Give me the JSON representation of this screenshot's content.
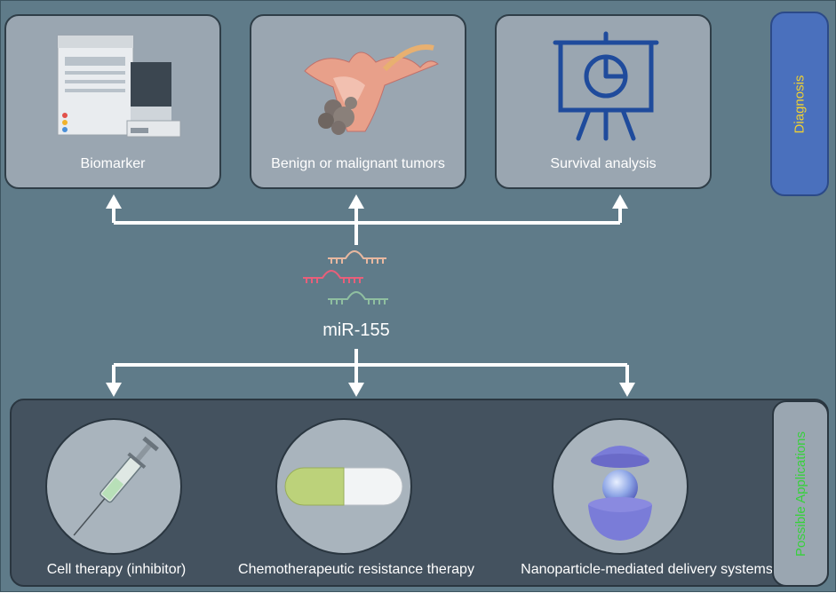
{
  "center": {
    "label": "miR-155"
  },
  "diagnosis": {
    "label": "Diagnosis",
    "items": [
      {
        "label": "Biomarker",
        "icon": "lab-analyzer-icon"
      },
      {
        "label": "Benign or malignant tumors",
        "icon": "uterus-tumor-icon"
      },
      {
        "label": "Survival analysis",
        "icon": "presentation-chart-icon"
      }
    ]
  },
  "applications": {
    "label": "Possible Applications",
    "items": [
      {
        "label": "Cell therapy (inhibitor)",
        "icon": "syringe-icon"
      },
      {
        "label": "Chemotherapeutic resistance therapy",
        "icon": "capsule-icon"
      },
      {
        "label": "Nanoparticle-mediated delivery systems",
        "icon": "nanoparticle-icon"
      }
    ]
  },
  "colors": {
    "background": "#5f7b89",
    "diagnosis_text": "#f2d230",
    "applications_text": "#37d13c",
    "mirna_strands": [
      "#e8b8a0",
      "#e85f7a",
      "#8fbfa0"
    ]
  }
}
